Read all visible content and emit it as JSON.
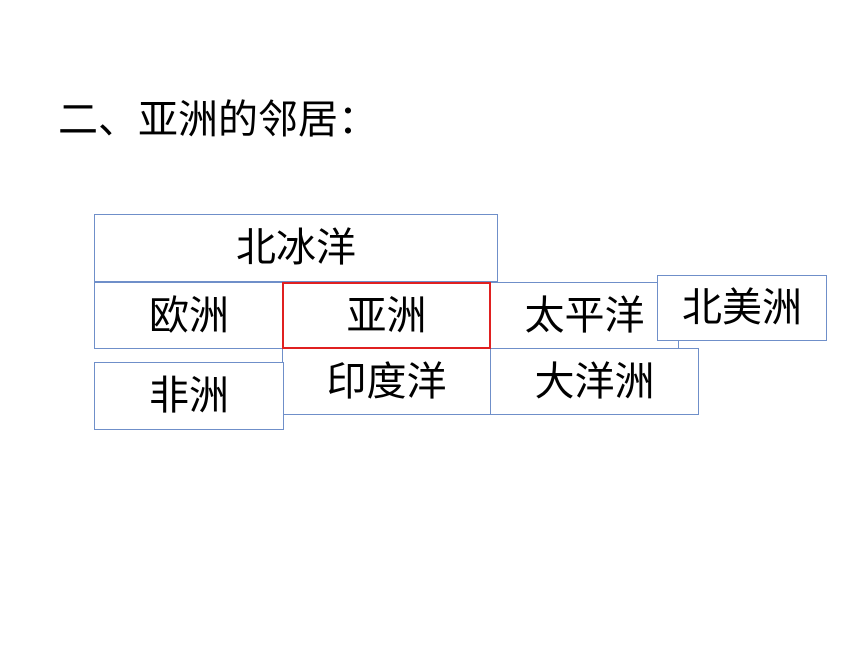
{
  "title": "二、亚洲的邻居：",
  "diagram": {
    "arctic_ocean": "北冰洋",
    "europe": "欧洲",
    "asia": "亚洲",
    "pacific_ocean": "太平洋",
    "north_america": "北美洲",
    "indian_ocean": "印度洋",
    "oceania": "大洋洲",
    "africa": "非洲"
  },
  "colors": {
    "box_border": "#6f8fc9",
    "highlight_border": "#e02020"
  }
}
